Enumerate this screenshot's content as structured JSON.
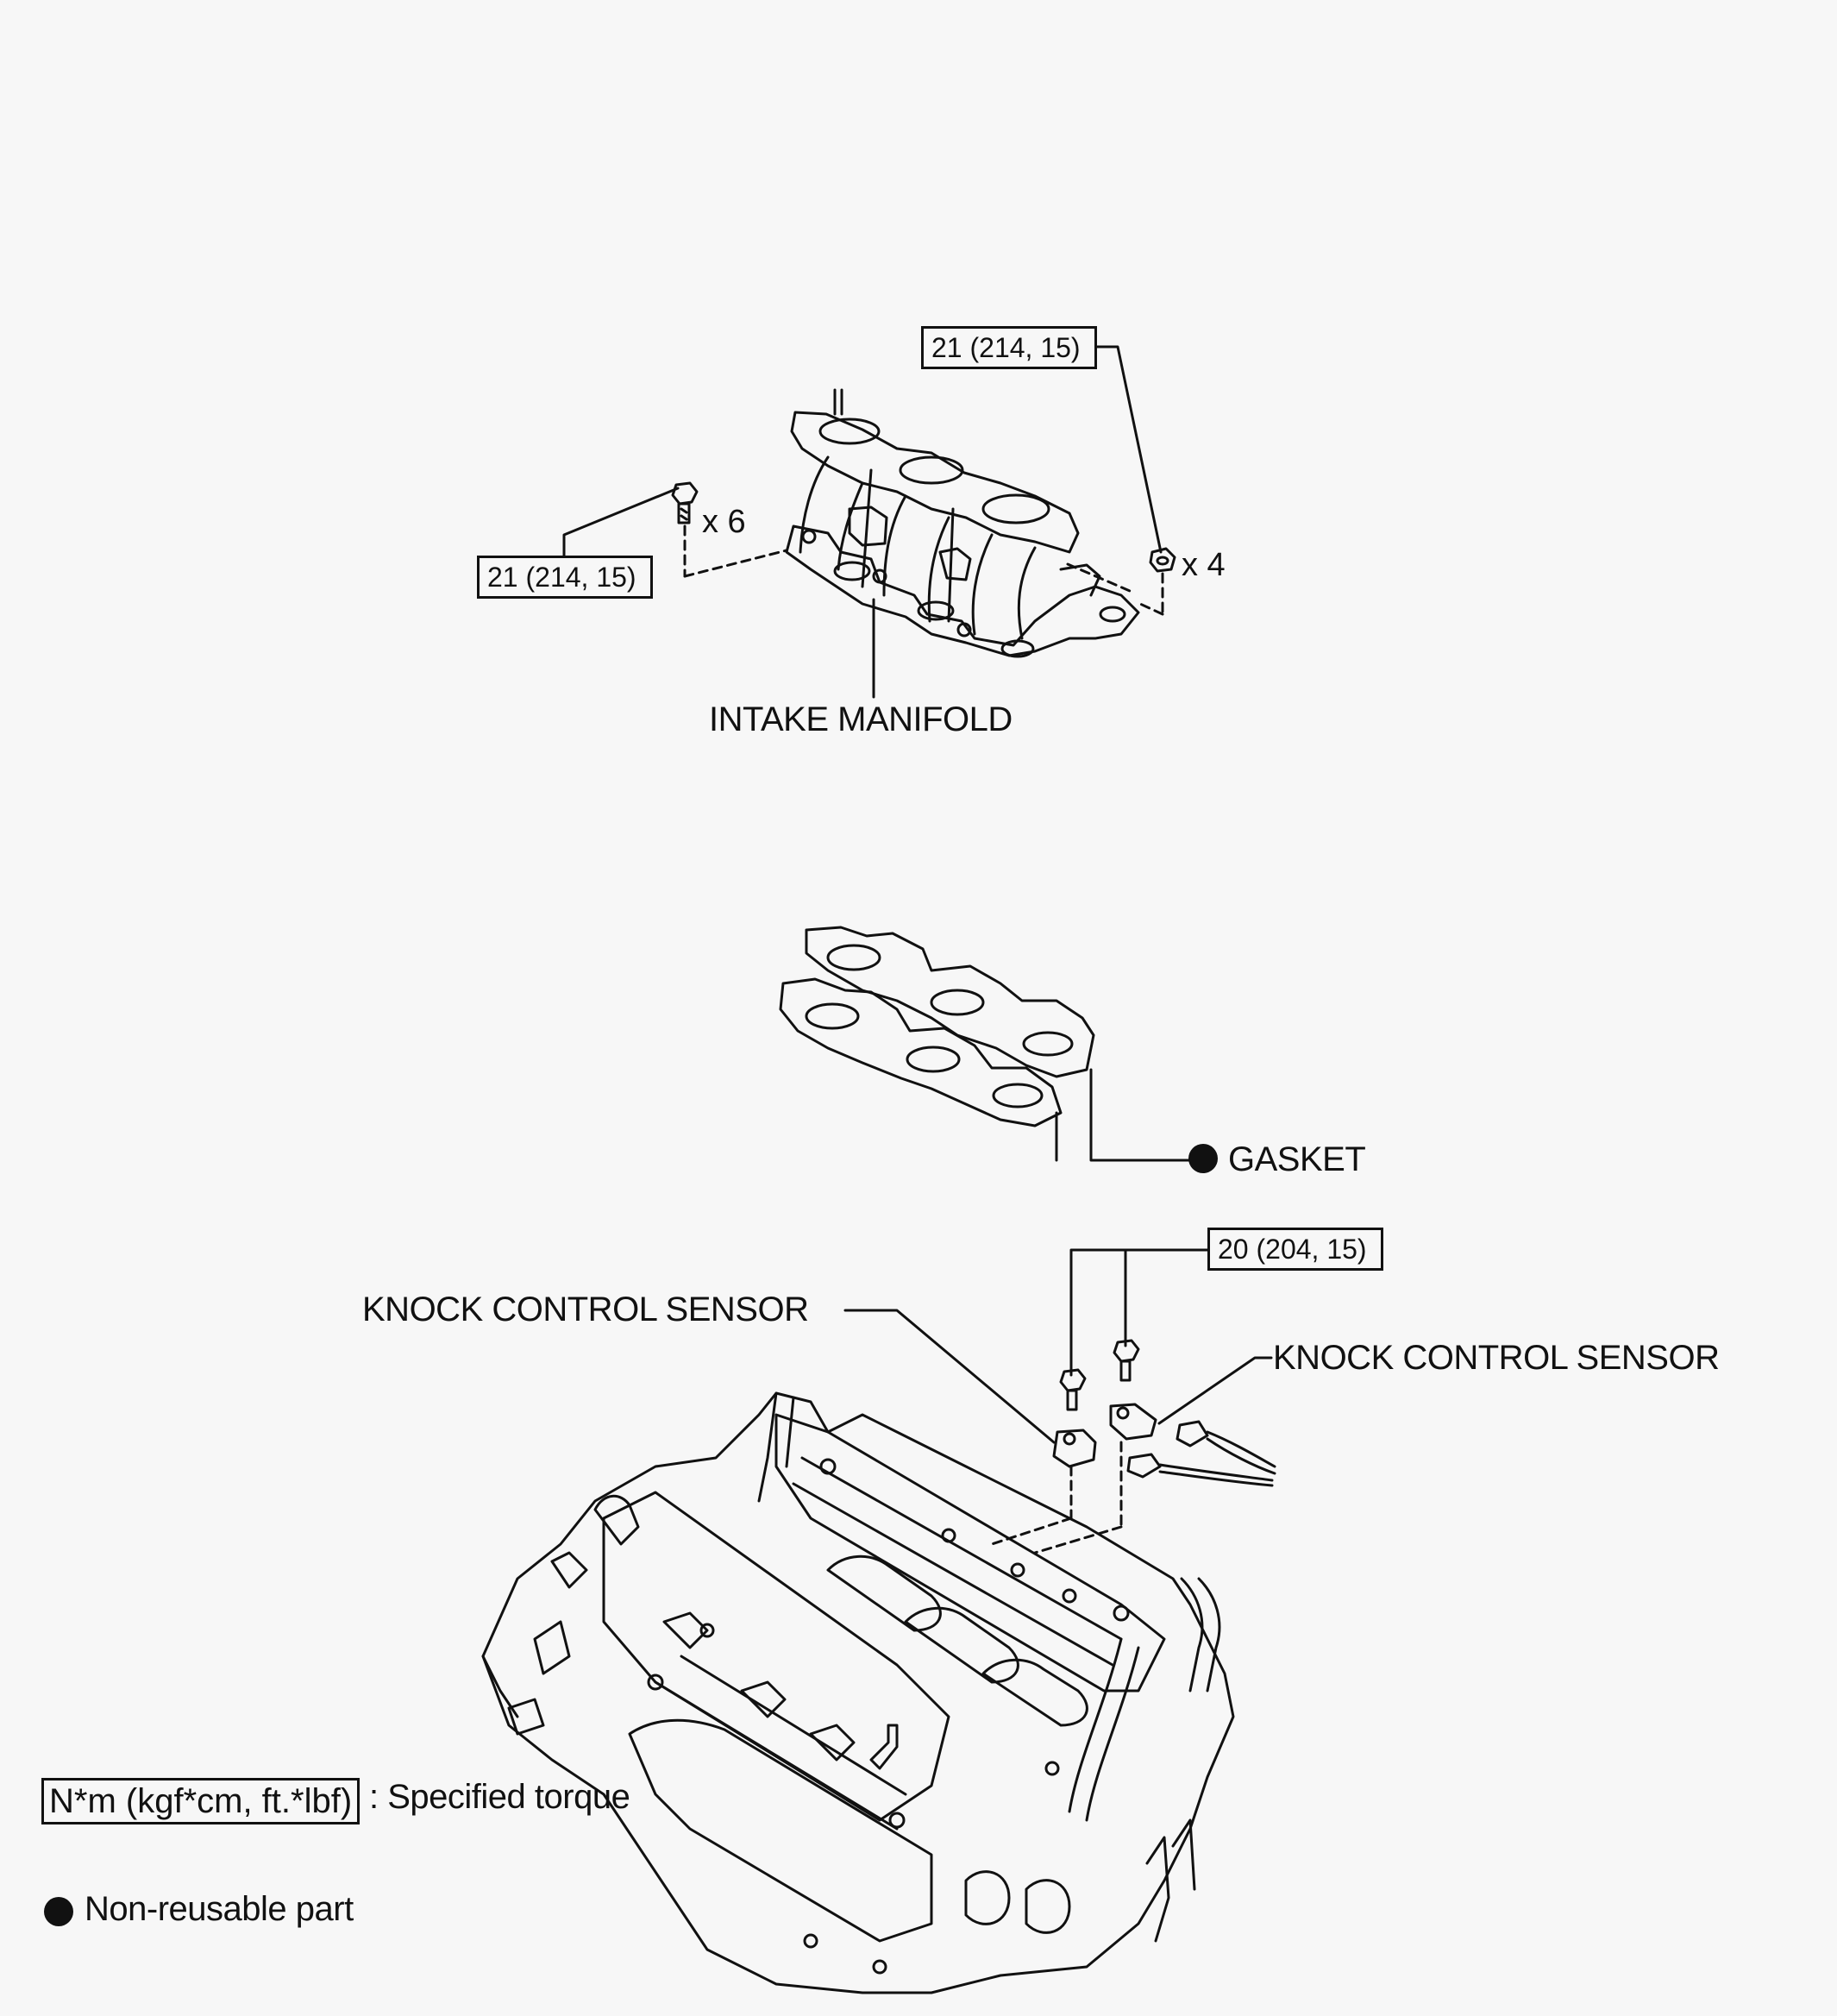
{
  "labels": {
    "intake_manifold": "INTAKE MANIFOLD",
    "gasket": "GASKET",
    "knock_sensor_left": "KNOCK CONTROL SENSOR",
    "knock_sensor_right": "KNOCK CONTROL SENSOR"
  },
  "torque_specs": {
    "manifold_nuts": "21 (214, 15)",
    "manifold_bolts": "21 (214, 15)",
    "knock_sensor_bolts": "20 (204, 15)"
  },
  "quantities": {
    "manifold_bolts": "x 6",
    "manifold_nuts": "x 4"
  },
  "legend": {
    "torque_unit": "N*m (kgf*cm, ft.*lbf)",
    "torque_text": ": Specified torque",
    "nonreusable_text": "Non-reusable part"
  }
}
